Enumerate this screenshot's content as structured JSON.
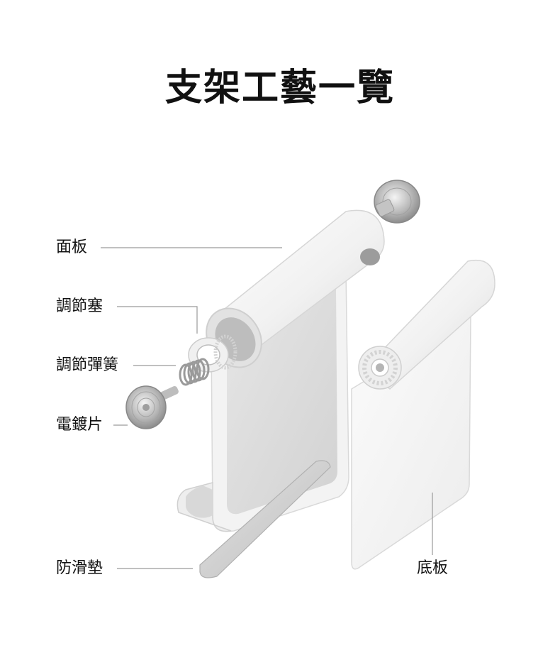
{
  "title": "支架工藝一覽",
  "labels": {
    "panel": "面板",
    "adjust_plug": "調節塞",
    "adjust_spring": "調節彈簧",
    "plated_disc": "電鍍片",
    "anti_slip_pad": "防滑墊",
    "base_plate": "底板"
  },
  "colors": {
    "text": "#111111",
    "leader_line": "#9a9a9a",
    "background": "#ffffff"
  }
}
